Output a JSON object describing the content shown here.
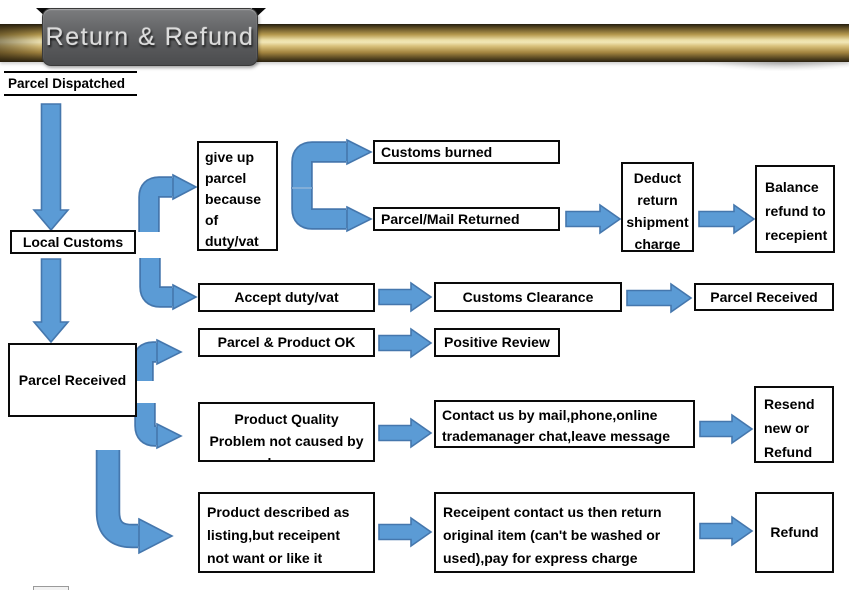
{
  "banner": {
    "title": "Return & Refund"
  },
  "heading": {
    "label": "Parcel Dispatched"
  },
  "colors": {
    "arrow_fill": "#5B9BD5",
    "arrow_border": "#4577AD",
    "gold": "#D9C17C",
    "tab_gray": "#5F6062"
  },
  "nodes": {
    "local_customs": "Local Customs",
    "give_up": "give up\nparcel\nbecause\nof\nduty/vat",
    "customs_burned": "Customs burned",
    "parcel_mail_returned": "Parcel/Mail Returned",
    "deduct": "Deduct\nreturn\nshipment\ncharge",
    "balance": "Balance\nrefund to\nrecepient",
    "accept_duty": "Accept duty/vat",
    "customs_clearance": "Customs Clearance",
    "parcel_received_right": "Parcel Received",
    "parcel_product_ok": "Parcel & Product OK",
    "positive_review": "Positive Review",
    "parcel_received_left": "Parcel Received",
    "product_quality": "Product Quality\nProblem not caused by\nbuyer",
    "contact_us": "Contact us by mail,phone,online\ntrademanager chat,leave message",
    "resend": "Resend\nnew or\nRefund",
    "product_described": "Product described as\nlisting,but receipent\nnot want or like it",
    "receipent_contact": "Receipent contact us then return\noriginal item (can't be washed or\nused),pay for express charge",
    "refund": "Refund"
  }
}
